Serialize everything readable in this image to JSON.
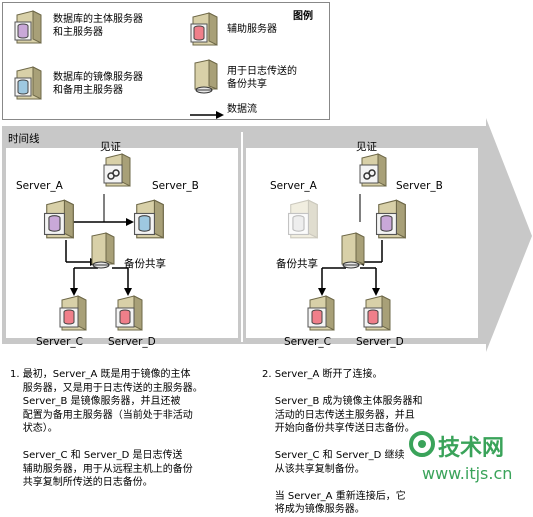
{
  "legend": {
    "title": "图例",
    "items": [
      {
        "icon": "primary-server-icon",
        "label": "数据库的主体服务器\n和主服务器"
      },
      {
        "icon": "mirror-standby-server-icon",
        "label": "数据库的镜像服务器\n和备用主服务器"
      },
      {
        "icon": "secondary-server-icon",
        "label": "辅助服务器"
      },
      {
        "icon": "log-shipping-share-icon",
        "label": "用于日志传送的\n备份共享"
      },
      {
        "icon": "data-flow-arrow-icon",
        "label": "数据流"
      }
    ]
  },
  "timeline_label": "时间线",
  "panel1": {
    "witness": "见证",
    "server_a": "Server_A",
    "server_b": "Server_B",
    "share": "备份共享",
    "server_c": "Server_C",
    "server_d": "Server_D",
    "caption": "1. 最初，Server_A 既是用于镜像的主体\n    服务器，又是用于日志传送的主服务器。\n    Server_B 是镜像服务器，并且还被\n    配置为备用主服务器（当前处于非活动\n    状态）。\n\n    Server_C 和 Server_D 是日志传送\n    辅助服务器，用于从远程主机上的备份\n    共享复制所传送的日志备份。"
  },
  "panel2": {
    "witness": "见证",
    "server_a": "Server_A",
    "server_b": "Server_B",
    "share": "备份共享",
    "server_c": "Server_C",
    "server_d": "Server_D",
    "caption": "2. Server_A 断开了连接。\n\n    Server_B 成为镜像主体服务器和\n    活动的日志传送主服务器，并且\n    开始向备份共享传送日志备份。\n\n    Server_C 和 Server_D 继续\n    从该共享复制备份。\n\n    当 Server_A 重新连接后，它\n    将成为镜像服务器。"
  },
  "watermark": {
    "brand": "技术网",
    "url": "www.itjs.cn"
  },
  "colors": {
    "primary_db": "#c9a8d8",
    "mirror_db": "#9ec8e0",
    "secondary_db": "#f07f8a",
    "arrow_band": "#c8c8c8"
  }
}
